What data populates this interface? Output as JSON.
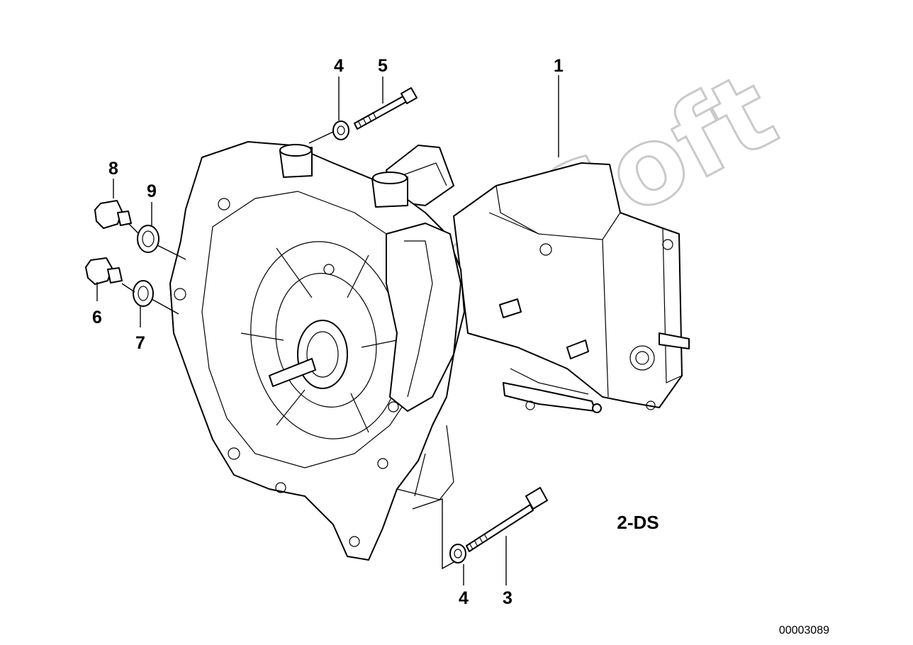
{
  "callouts": [
    {
      "id": "c1",
      "label": "1"
    },
    {
      "id": "c5",
      "label": "5"
    },
    {
      "id": "c4a",
      "label": "4"
    },
    {
      "id": "c8",
      "label": "8"
    },
    {
      "id": "c9",
      "label": "9"
    },
    {
      "id": "c6",
      "label": "6"
    },
    {
      "id": "c7",
      "label": "7"
    },
    {
      "id": "c4b",
      "label": "4"
    },
    {
      "id": "c3",
      "label": "3"
    }
  ],
  "variant_tag": "2-DS",
  "diagram_number": "00003089",
  "watermark_text": "Moto-Soft"
}
